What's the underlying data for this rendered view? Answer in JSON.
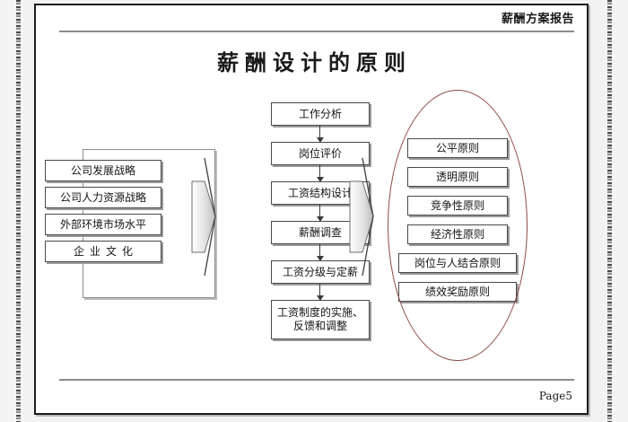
{
  "header": {
    "running_title": "薪酬方案报告"
  },
  "document": {
    "title": "薪酬设计的原则"
  },
  "diagram": {
    "left_group": {
      "items": [
        {
          "label": "公司发展战略"
        },
        {
          "label": "公司人力资源战略"
        },
        {
          "label": "外部环境市场水平"
        },
        {
          "label": "企业文化"
        }
      ]
    },
    "center_flow": {
      "items": [
        {
          "label": "工作分析"
        },
        {
          "label": "岗位评价"
        },
        {
          "label": "工资结构设计"
        },
        {
          "label": "薪酬调查"
        },
        {
          "label": "工资分级与定薪"
        },
        {
          "label": "工资制度的实施、\n反馈和调整"
        }
      ]
    },
    "right_group": {
      "items": [
        {
          "label": "公平原则"
        },
        {
          "label": "透明原则"
        },
        {
          "label": "竞争性原则"
        },
        {
          "label": "经济性原则"
        },
        {
          "label": "岗位与人结合原则"
        },
        {
          "label": "绩效奖励原则"
        }
      ]
    },
    "connector_arrows": [
      {
        "name": "left-to-center-arrow"
      },
      {
        "name": "center-to-right-arrow"
      }
    ],
    "highlight": {
      "shape": "ellipse",
      "color": "#8d4a43"
    }
  },
  "footer": {
    "page_label": "Page5"
  },
  "colors": {
    "page_border": "#1c1c1c",
    "rule": "#8b8b8b",
    "box_border": "#4a4a4a",
    "box_shadow": "#9a9a9a",
    "highlight": "#8d4a43",
    "text": "#141414"
  }
}
